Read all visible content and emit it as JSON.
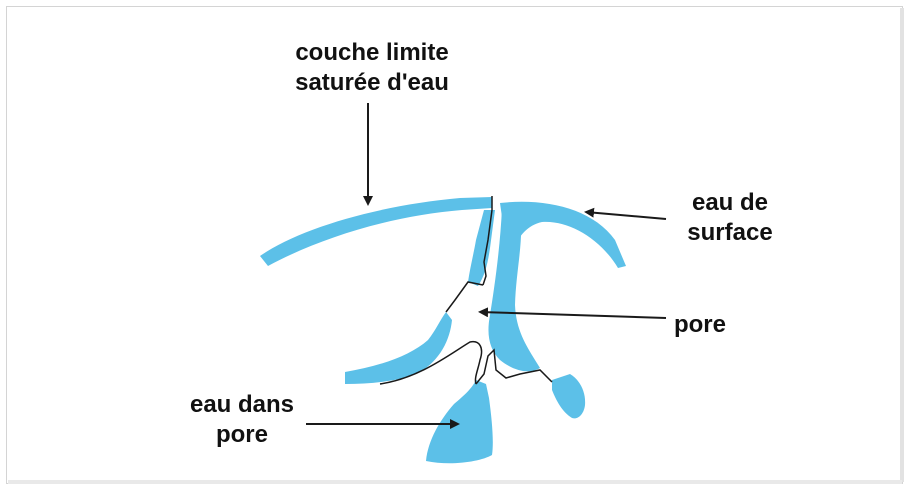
{
  "labels": {
    "boundary_layer_line1": "couche limite",
    "boundary_layer_line2": "saturée d'eau",
    "surface_water_line1": "eau de",
    "surface_water_line2": "surface",
    "pore": "pore",
    "pore_water_line1": "eau dans",
    "pore_water_line2": "pore"
  },
  "colors": {
    "water": "#5cc0e8",
    "outline": "#1a1a1a",
    "text": "#111111"
  }
}
